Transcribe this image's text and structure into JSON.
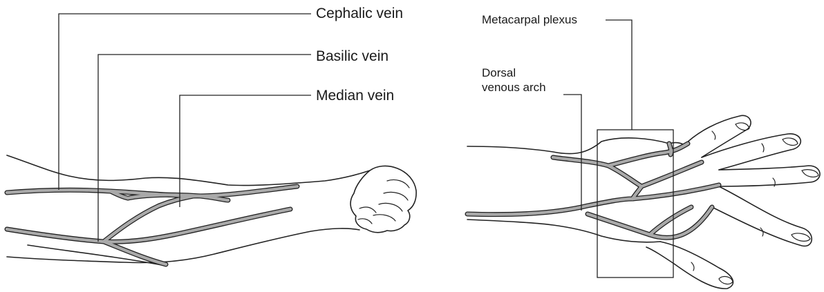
{
  "labels": {
    "cephalic": "Cephalic vein",
    "basilic": "Basilic vein",
    "median": "Median vein",
    "metacarpal": "Metacarpal plexus",
    "dorsal_line1": "Dorsal",
    "dorsal_line2": "venous arch"
  },
  "colors": {
    "vein_fill": "#a9a9a9",
    "outline": "#222222",
    "background": "#ffffff"
  }
}
